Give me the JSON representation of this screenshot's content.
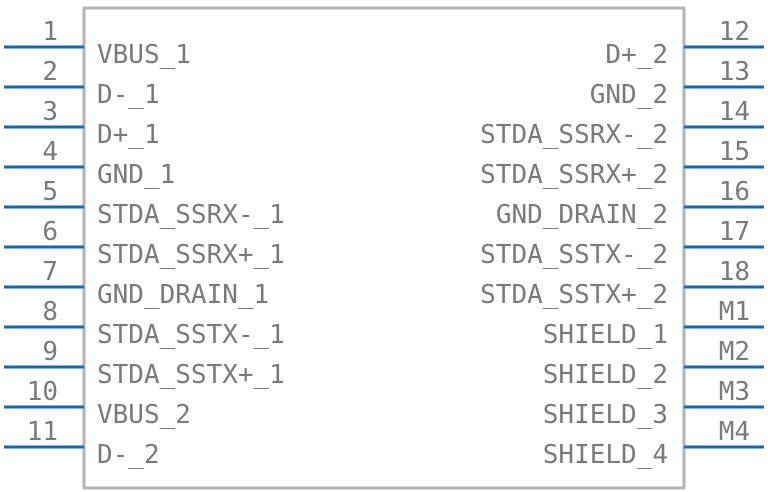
{
  "colors": {
    "pin_line": "#1565c0",
    "body_stroke": "#b4b4b4",
    "text": "#7a7a7a",
    "background": "#ffffff"
  },
  "left_pins": [
    {
      "number": "1",
      "name": "VBUS_1"
    },
    {
      "number": "2",
      "name": "D-_1"
    },
    {
      "number": "3",
      "name": "D+_1"
    },
    {
      "number": "4",
      "name": "GND_1"
    },
    {
      "number": "5",
      "name": "STDA_SSRX-_1"
    },
    {
      "number": "6",
      "name": "STDA_SSRX+_1"
    },
    {
      "number": "7",
      "name": "GND_DRAIN_1"
    },
    {
      "number": "8",
      "name": "STDA_SSTX-_1"
    },
    {
      "number": "9",
      "name": "STDA_SSTX+_1"
    },
    {
      "number": "10",
      "name": "VBUS_2"
    },
    {
      "number": "11",
      "name": "D-_2"
    }
  ],
  "right_pins": [
    {
      "number": "12",
      "name": "D+_2"
    },
    {
      "number": "13",
      "name": "GND_2"
    },
    {
      "number": "14",
      "name": "STDA_SSRX-_2"
    },
    {
      "number": "15",
      "name": "STDA_SSRX+_2"
    },
    {
      "number": "16",
      "name": "GND_DRAIN_2"
    },
    {
      "number": "17",
      "name": "STDA_SSTX-_2"
    },
    {
      "number": "18",
      "name": "STDA_SSTX+_2"
    },
    {
      "number": "M1",
      "name": "SHIELD_1"
    },
    {
      "number": "M2",
      "name": "SHIELD_2"
    },
    {
      "number": "M3",
      "name": "SHIELD_3"
    },
    {
      "number": "M4",
      "name": "SHIELD_4"
    }
  ]
}
